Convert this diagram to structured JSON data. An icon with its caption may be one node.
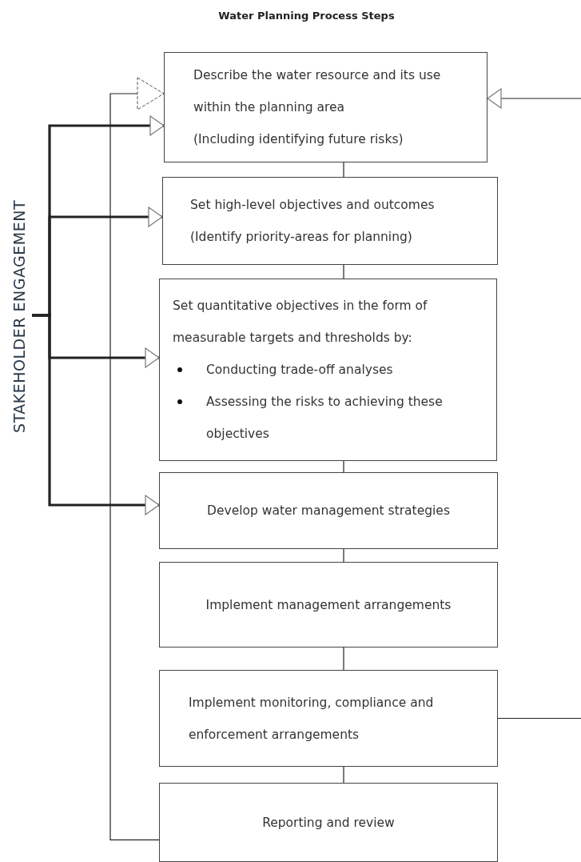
{
  "diagram": {
    "title": "Water Planning Process Steps",
    "nodes": [
      {
        "text": [
          "STAKEHOLDER ENGAGEMENT"
        ]
      },
      {
        "text": [
          "Describe the water resource and its use within the planning area",
          "(Including identifying future risks)"
        ]
      },
      {
        "text": [
          "Set high-level objectives and outcomes",
          "(Identify priority-areas for planning)"
        ]
      },
      {
        "text": [
          "Set quantitative objectives in the form of measurable targets and thresholds by:",
          "Conducting trade-off analyses",
          "Assessing the risks to achieving these objectives"
        ]
      },
      {
        "text": [
          "Develop water management strategies"
        ]
      },
      {
        "text": [
          "Implement management arrangements"
        ]
      },
      {
        "text": [
          "Implement monitoring, compliance and enforcement arrangements"
        ]
      },
      {
        "text": [
          "Reporting and review"
        ]
      }
    ],
    "edges": [
      {
        "from": 0,
        "to": 1,
        "arrow": "to",
        "style": "thick"
      },
      {
        "from": 0,
        "to": 2,
        "arrow": "to",
        "style": "thick"
      },
      {
        "from": 0,
        "to": 3,
        "arrow": "to",
        "style": "thick"
      },
      {
        "from": 0,
        "to": 4,
        "arrow": "to",
        "style": "thick"
      },
      {
        "from": 1,
        "to": 2,
        "arrow": "none"
      },
      {
        "from": 2,
        "to": 3,
        "arrow": "none"
      },
      {
        "from": 3,
        "to": 4,
        "arrow": "none"
      },
      {
        "from": 4,
        "to": 5,
        "arrow": "none"
      },
      {
        "from": 5,
        "to": 6,
        "arrow": "none"
      },
      {
        "from": 6,
        "to": 7,
        "arrow": "none"
      },
      {
        "from": 7,
        "to": 1,
        "arrow": "to"
      },
      {
        "from": null,
        "to": 1,
        "arrow": "to"
      },
      {
        "from": 6,
        "to": null,
        "arrow": "none"
      }
    ]
  }
}
